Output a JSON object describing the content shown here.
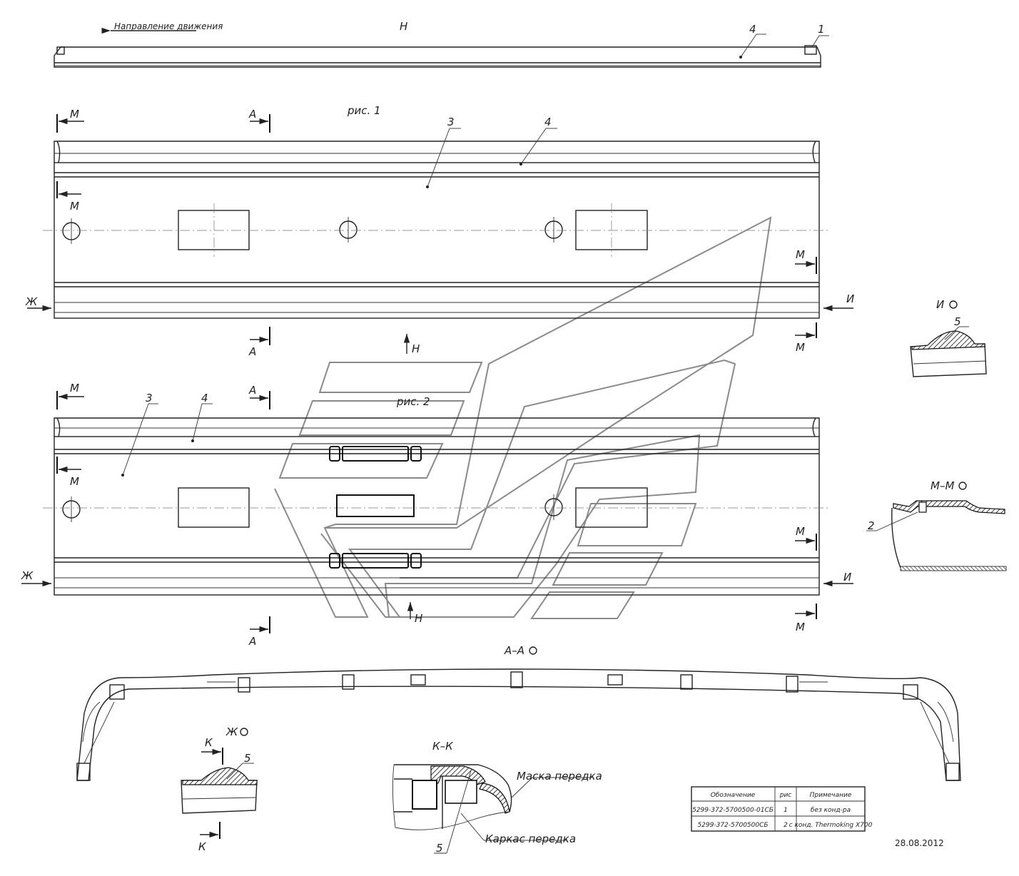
{
  "header": {
    "direction_label": "Направление движения",
    "view_h": "Н",
    "fig1_label": "рис. 1",
    "fig2_label": "рис. 2"
  },
  "markers": {
    "m": "М",
    "a": "А",
    "zh": "Ж",
    "i": "И",
    "k": "К",
    "n": "Н"
  },
  "positions": [
    "1",
    "2",
    "3",
    "4",
    "5"
  ],
  "sections": {
    "i_view": "И",
    "mm_view": "М–М",
    "aa_view": "А–А",
    "zh_view": "Ж",
    "kk_view": "К–К"
  },
  "callouts": {
    "mask": "Маска передка",
    "frame": "Каркас передка"
  },
  "spec_table": {
    "headers": [
      "Обозначение",
      "рис",
      "Примечание"
    ],
    "rows": [
      [
        "5299-372-5700500-01СБ",
        "1",
        "без конд-ра"
      ],
      [
        "5299-372-5700500СБ",
        "2",
        "с конд. Thermoking X700"
      ]
    ]
  },
  "date": "28.08.2012",
  "colors": {
    "line": "#222222",
    "watermark": "#8a8a8a",
    "background": "#ffffff"
  }
}
